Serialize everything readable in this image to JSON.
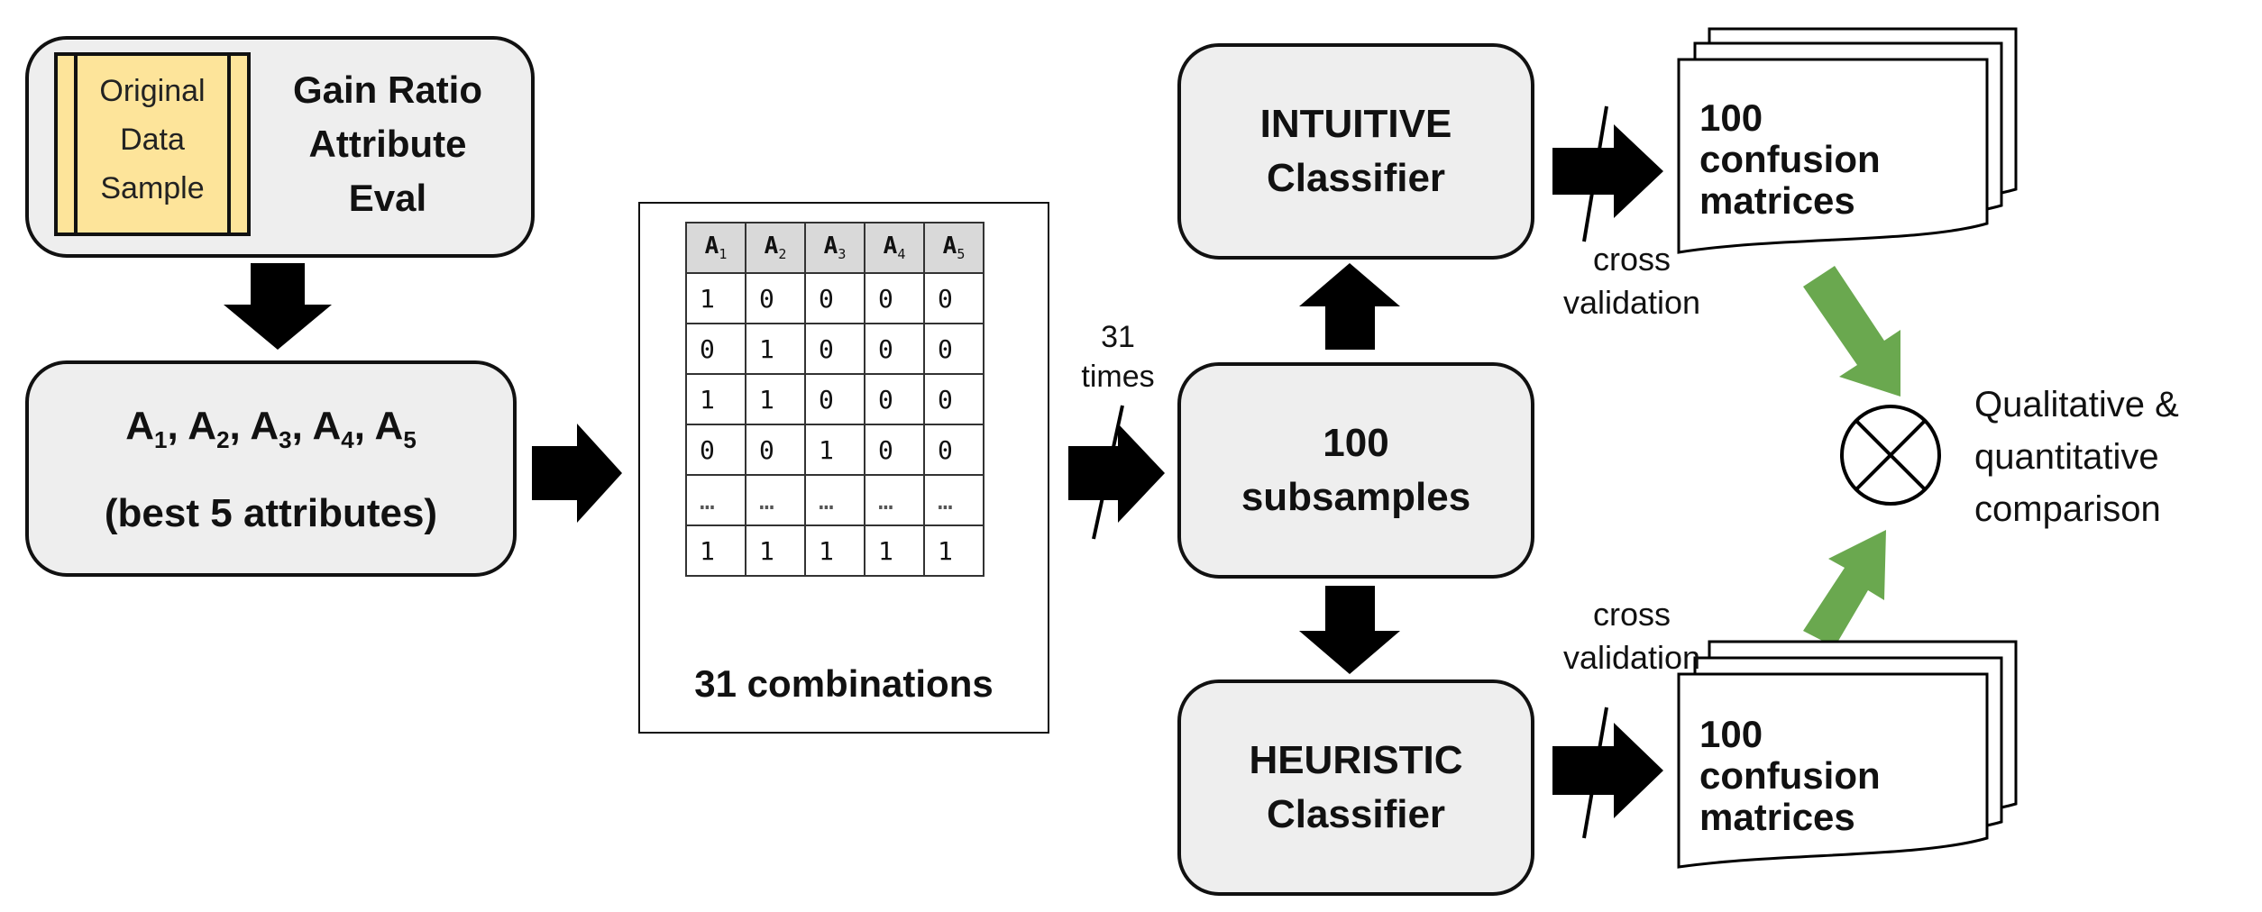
{
  "gain_box": {
    "sample_label": [
      "Original",
      "Data",
      "Sample"
    ],
    "title_lines": [
      "Gain Ratio",
      "Attribute",
      "Eval"
    ]
  },
  "attributes_box": {
    "names": [
      "A",
      "A",
      "A",
      "A",
      "A"
    ],
    "subscripts": [
      "1",
      "2",
      "3",
      "4",
      "5"
    ],
    "caption": "(best 5 attributes)"
  },
  "combinations": {
    "headers": [
      "A1",
      "A2",
      "A3",
      "A4",
      "A5"
    ],
    "rows": [
      [
        "1",
        "0",
        "0",
        "0",
        "0"
      ],
      [
        "0",
        "1",
        "0",
        "0",
        "0"
      ],
      [
        "1",
        "1",
        "0",
        "0",
        "0"
      ],
      [
        "0",
        "0",
        "1",
        "0",
        "0"
      ],
      [
        "…",
        "…",
        "…",
        "…",
        "…"
      ],
      [
        "1",
        "1",
        "1",
        "1",
        "1"
      ]
    ],
    "caption": "31 combinations"
  },
  "times_label": [
    "31",
    "times"
  ],
  "subsamples_box": [
    "100",
    "subsamples"
  ],
  "intuitive_box": [
    "INTUITIVE",
    "Classifier"
  ],
  "heuristic_box": [
    "HEURISTIC",
    "Classifier"
  ],
  "cross_validation_label": [
    "cross",
    "validation"
  ],
  "confusion_top": [
    "100",
    "confusion",
    "matrices"
  ],
  "confusion_bottom": [
    "100",
    "confusion",
    "matrices"
  ],
  "comparison_label": [
    "Qualitative &",
    "quantitative",
    "comparison"
  ],
  "colors": {
    "box_fill": "#eeeeee",
    "sample_fill": "#fde49a",
    "green_arrow": "#6aa84f",
    "header_fill": "#d9d9d9"
  }
}
